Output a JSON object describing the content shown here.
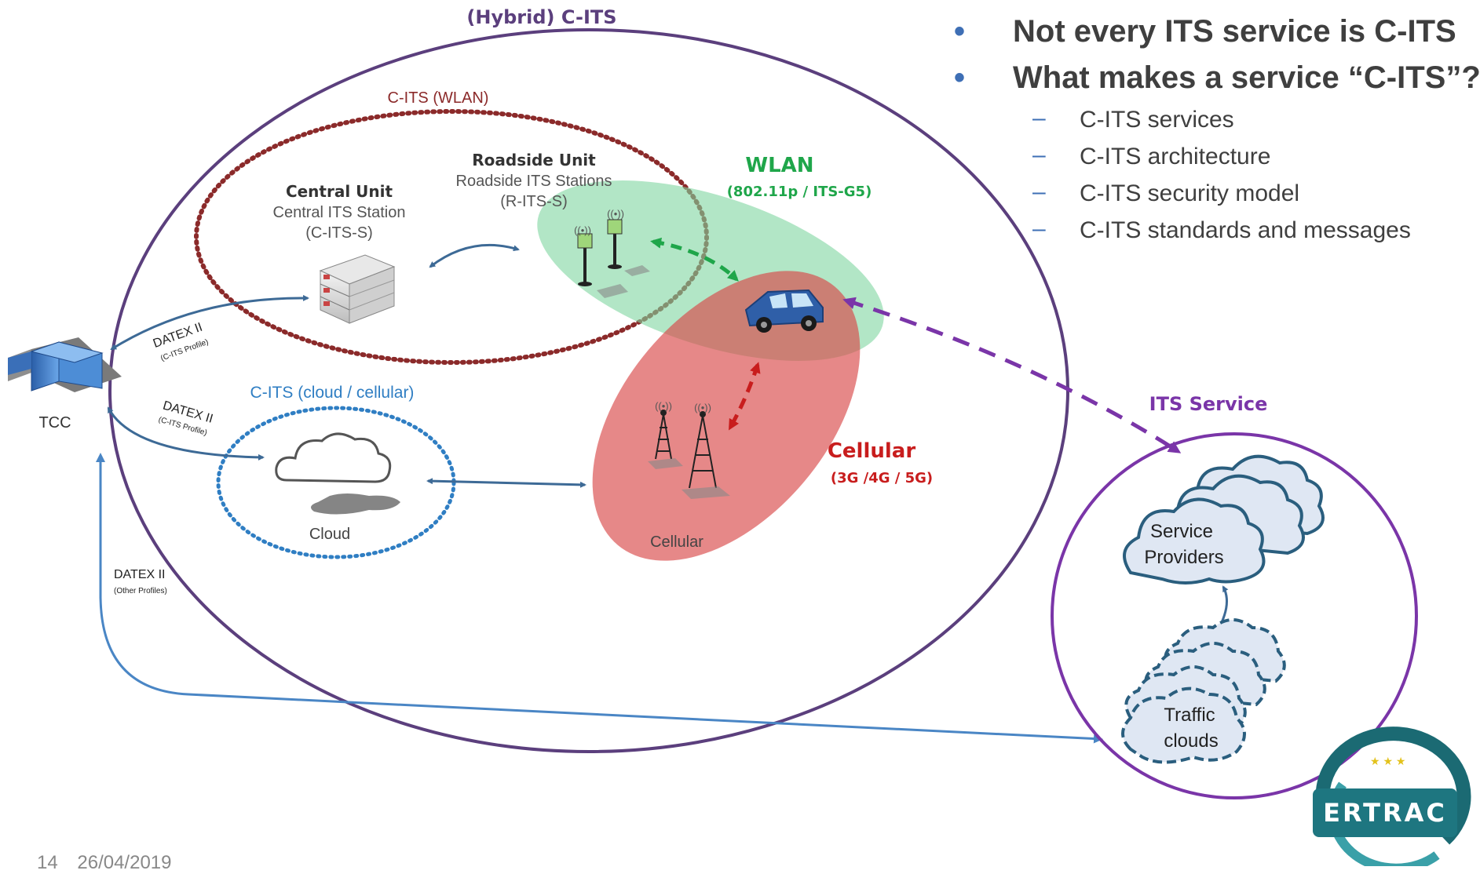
{
  "bullets": {
    "main": [
      "Not every ITS service is C-ITS",
      "What makes a service “C-ITS”?"
    ],
    "sub": [
      "C-ITS services",
      "C-ITS architecture",
      "C-ITS security model",
      "C-ITS standards and messages"
    ]
  },
  "diagram": {
    "hybrid_title": "(Hybrid) C-ITS",
    "wlan_zone_label": "C-ITS (WLAN)",
    "cloud_zone_label": "C-ITS (cloud / cellular)",
    "central_unit": {
      "title": "Central Unit",
      "line1": "Central ITS Station",
      "line2": "(C-ITS-S)"
    },
    "roadside_unit": {
      "title": "Roadside Unit",
      "line1": "Roadside ITS Stations",
      "line2": "(R-ITS-S)"
    },
    "wlan": {
      "title": "WLAN",
      "sub": "(802.11p / ITS-G5)"
    },
    "cellular": {
      "title": "Cellular",
      "sub": "(3G /4G / 5G)",
      "tower_label": "Cellular"
    },
    "cloud_label": "Cloud",
    "tcc_label": "TCC",
    "datex_1": {
      "main": "DATEX II",
      "sub": "(C-ITS Profile)"
    },
    "datex_2": {
      "main": "DATEX II",
      "sub": "(C-ITS Profile)"
    },
    "datex_3": {
      "main": "DATEX II",
      "sub": "(Other Profiles)"
    },
    "its_service": {
      "title": "ITS Service",
      "providers_line1": "Service",
      "providers_line2": "Providers",
      "traffic_line1": "Traffic",
      "traffic_line2": "clouds"
    },
    "logo_text": "ERTRAC"
  },
  "footer": {
    "page": "14",
    "date": "26/04/2019"
  },
  "colors": {
    "purple": "#5b3f7d",
    "dark_red": "#8b2a2a",
    "blue_dotted": "#2f7ec3",
    "green": "#1fa64a",
    "red": "#c81d1d",
    "arrow_blue": "#3d6a96",
    "its_purple": "#7a35a8"
  }
}
